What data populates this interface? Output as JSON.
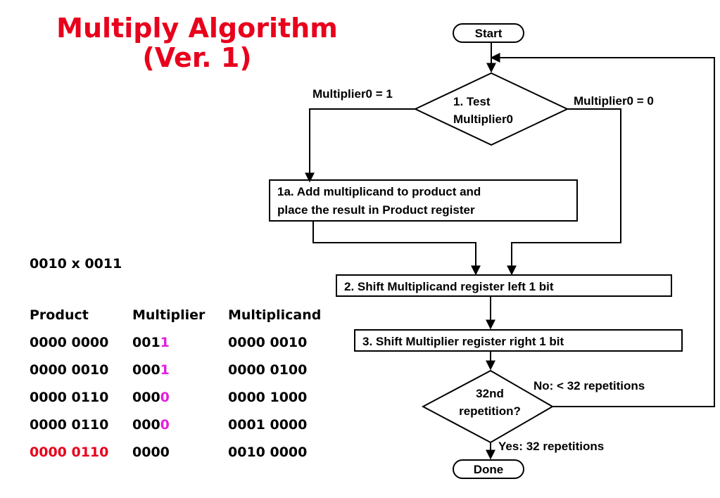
{
  "title": {
    "line1": "Multiply Algorithm",
    "line2": "(Ver. 1)"
  },
  "example": "0010 x 0011",
  "trace_table": {
    "headers": [
      "Product",
      "Multiplier",
      "Multiplicand"
    ],
    "rows": [
      {
        "product": "0000 0000",
        "multiplier_prefix": "001",
        "multiplier_bit": "1",
        "multiplicand": "0000 0010"
      },
      {
        "product": "0000 0010",
        "multiplier_prefix": "000",
        "multiplier_bit": "1",
        "multiplicand": "0000 0100"
      },
      {
        "product": "0000 0110",
        "multiplier_prefix": "000",
        "multiplier_bit": "0",
        "multiplicand": "0000 1000"
      },
      {
        "product": "0000 0110",
        "multiplier_prefix": "000",
        "multiplier_bit": "0",
        "multiplicand": "0001 0000"
      },
      {
        "product": "0000 0110",
        "multiplier_prefix": "0000",
        "multiplier_bit": "",
        "multiplicand": "0010 0000"
      }
    ]
  },
  "flowchart": {
    "start": "Start",
    "test_line1": "1. Test",
    "test_line2": "Multiplier0",
    "branch_one": "Multiplier0 = 1",
    "branch_zero": "Multiplier0 = 0",
    "step1a_line1": "1a. Add multiplicand to product and",
    "step1a_line2": "place the result in Product register",
    "step2": "2. Shift Multiplicand register left 1 bit",
    "step3": "3. Shift Multiplier register right 1 bit",
    "check_line1": "32nd",
    "check_line2": "repetition?",
    "no_label": "No: < 32 repetitions",
    "yes_label": "Yes: 32 repetitions",
    "done": "Done"
  },
  "colors": {
    "title": "#e8001c",
    "highlight_bit": "#e020e0",
    "final_product": "#e8001c"
  }
}
